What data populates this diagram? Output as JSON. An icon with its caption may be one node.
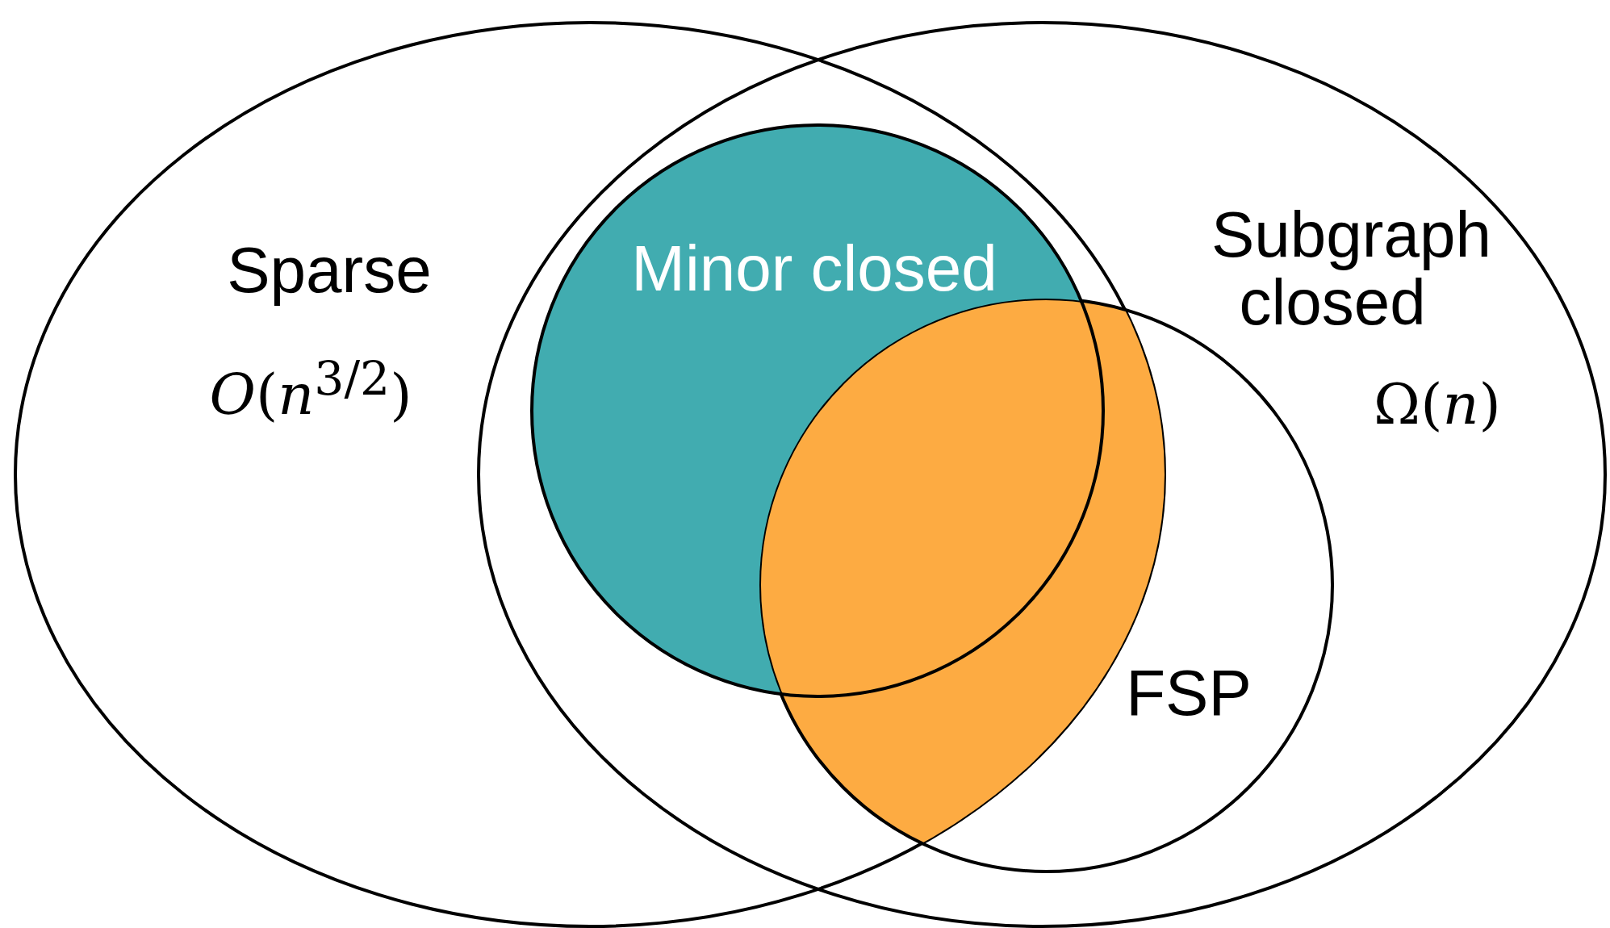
{
  "diagram": {
    "nodes": [
      {
        "text": [
          "Sparse",
          "*O*(*n*$^{3/2}$)"
        ]
      },
      {
        "text": [
          "Subgraph closed",
          "Ω(*n*)"
        ]
      },
      {
        "text": [
          "Minor closed"
        ]
      },
      {
        "text": [
          "FSP"
        ],
        "in": 1
      }
    ],
    "edges": []
  }
}
